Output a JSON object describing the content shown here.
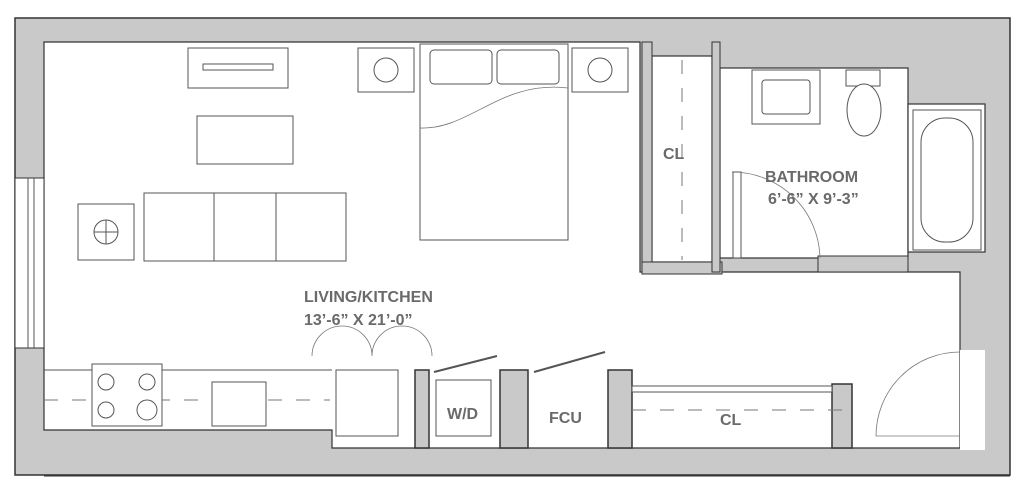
{
  "rooms": {
    "living": {
      "name": "LIVING/KITCHEN",
      "dims": "13’-6” X 21’-0”"
    },
    "bathroom": {
      "name": "BATHROOM",
      "dims": "6’-6” X 9’-3”"
    },
    "closet_upper": {
      "name": "CL"
    },
    "closet_lower": {
      "name": "CL"
    },
    "washer_dryer": {
      "name": "W/D"
    },
    "fan_coil": {
      "name": "FCU"
    }
  },
  "colors": {
    "wall": "#c9c9c9",
    "label": "#6a6a6a"
  }
}
